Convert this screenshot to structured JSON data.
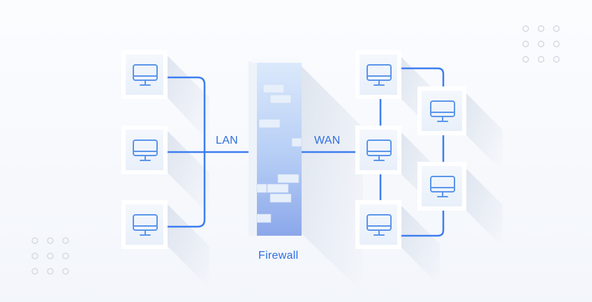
{
  "labels": {
    "lan": "LAN",
    "wan": "WAN",
    "firewall": "Firewall"
  },
  "colors": {
    "link": "#3d7ef0",
    "label": "#2f6fe0",
    "monitor": "#5b95ea",
    "firewall_top": "#d9e8fb",
    "firewall_bottom": "#8aa8ea"
  },
  "icons": {
    "node": "monitor-icon",
    "decoration": "dot-grid"
  }
}
